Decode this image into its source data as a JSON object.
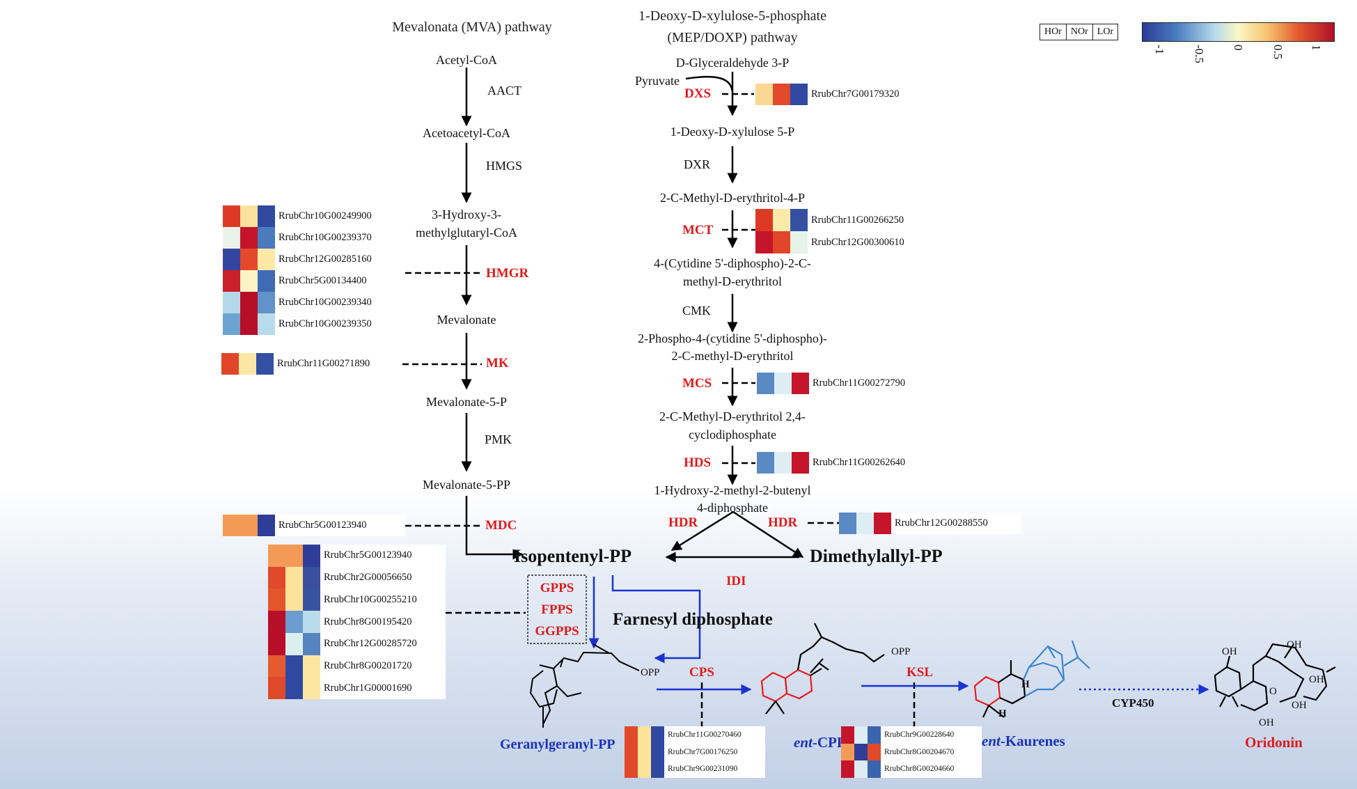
{
  "headers": {
    "mva": "Mevalonata  (MVA)  pathway",
    "mep_line1": "1-Deoxy-D-xylulose-5-phosphate",
    "mep_line2": "(MEP/DOXP)  pathway"
  },
  "legend": {
    "samples": [
      "HOr",
      "NOr",
      "LOr"
    ],
    "ticks": [
      "-1",
      "-0.5",
      "0",
      "0.5",
      "1"
    ],
    "scale_colors": [
      "#2b3c96",
      "#fbf6c6",
      "#b1102a"
    ]
  },
  "mva": {
    "metabolites": [
      "Acetyl-CoA",
      "Acetoacetyl-CoA",
      "3-Hydroxy-3-",
      "methylglutaryl-CoA",
      "Mevalonate",
      "Mevalonate-5-P",
      "Mevalonate-5-PP"
    ],
    "enzymes": [
      "AACT",
      "HMGS",
      "PMK"
    ],
    "red_enzymes": [
      "HMGR",
      "MK",
      "MDC"
    ]
  },
  "mep": {
    "metabolites": [
      "D-Glyceraldehyde  3-P",
      "Pyruvate",
      "1-Deoxy-D-xylulose  5-P",
      "2-C-Methyl-D-erythritol-4-P",
      "4-(Cytidine  5'-diphospho)-2-C-",
      "methyl-D-erythritol",
      "2-Phospho-4-(cytidine 5'-diphospho)-",
      "2-C-methyl-D-erythritol",
      "2-C-Methyl-D-erythritol  2,4-",
      "cyclodiphosphate",
      "1-Hydroxy-2-methyl-2-butenyl",
      "4-diphosphate"
    ],
    "enzymes": [
      "DXR",
      "CMK"
    ],
    "red_enzymes": [
      "DXS",
      "MCT",
      "MCS",
      "HDS",
      "HDR",
      "HDR"
    ]
  },
  "bottom": {
    "ipp": "Isopentenyl-PP",
    "dmapp": "Dimethylallyl-PP",
    "idi": "IDI",
    "fpp": "Farnesyl diphosphate",
    "prenyl_enzymes": [
      "GPPS",
      "FPPS",
      "GGPPS"
    ],
    "cps": "CPS",
    "ksl": "KSL",
    "cyp": "CYP450",
    "ggpp": "Geranylgeranyl-PP",
    "entcpp_prefix": "ent",
    "entcpp_suffix": "-CPP",
    "entk_prefix": "ent",
    "entk_suffix": "-Kaurenes",
    "oridonin": "Oridonin",
    "opp": "OPP",
    "oh": "OH",
    "h": "H",
    "o": "O"
  },
  "heatmaps": {
    "hmgr": {
      "genes": [
        "RrubChr10G00249900",
        "RrubChr10G00239370",
        "RrubChr12G00285160",
        "RrubChr5G00134400",
        "RrubChr10G00239340",
        "RrubChr10G00239350"
      ],
      "colors": [
        [
          "#dd3a26",
          "#fbe39d",
          "#2f4aa0"
        ],
        [
          "#e9f3ea",
          "#c4152b",
          "#4a7bbd"
        ],
        [
          "#34459f",
          "#e24a2b",
          "#fde9a4"
        ],
        [
          "#c9202b",
          "#fbf3c6",
          "#3f6bb4"
        ],
        [
          "#b3d8ea",
          "#b80f28",
          "#5f93c9"
        ],
        [
          "#6ca3d0",
          "#b80f28",
          "#b8dbeb"
        ]
      ]
    },
    "mk": {
      "genes": [
        "RrubChr11G00271890"
      ],
      "colors": [
        [
          "#e2462a",
          "#fbe7a3",
          "#3350a2"
        ]
      ]
    },
    "mdc": {
      "genes": [
        "RrubChr5G00123940"
      ],
      "colors": [
        [
          "#f39a57",
          "#f39a57",
          "#2f3d98"
        ]
      ]
    },
    "prenyl": {
      "genes": [
        "RrubChr5G00123940",
        "RrubChr2G00056650",
        "RrubChr10G00255210",
        "RrubChr8G00195420",
        "RrubChr12G00285720",
        "RrubChr8G00201720",
        "RrubChr1G00001690"
      ],
      "colors": [
        [
          "#f39a57",
          "#f39a57",
          "#2f3d98"
        ],
        [
          "#e04a2a",
          "#fde39a",
          "#3a4fa0"
        ],
        [
          "#e4552c",
          "#fde39a",
          "#3852a2"
        ],
        [
          "#b80f28",
          "#6a9ccf",
          "#b9dced"
        ],
        [
          "#b80f28",
          "#dcefef",
          "#5584c1"
        ],
        [
          "#e65a2f",
          "#2e4aa0",
          "#fde6a0"
        ],
        [
          "#e04a2a",
          "#2e4aa0",
          "#fde6a0"
        ]
      ]
    },
    "dxs": {
      "genes": [
        "RrubChr7G00179320"
      ],
      "colors": [
        [
          "#fbd794",
          "#e24a2b",
          "#2f4aa0"
        ]
      ]
    },
    "mct": {
      "genes": [
        "RrubChr11G00266250",
        "RrubChr12G00300610"
      ],
      "colors": [
        [
          "#dd3a26",
          "#fdeaa8",
          "#3450a2"
        ],
        [
          "#c4152b",
          "#e2462a",
          "#e6f3e6"
        ]
      ]
    },
    "mcs": {
      "genes": [
        "RrubChr11G00272790"
      ],
      "colors": [
        [
          "#5a8ac4",
          "#dcedf4",
          "#c4152b"
        ]
      ]
    },
    "hds": {
      "genes": [
        "RrubChr11G00262640"
      ],
      "colors": [
        [
          "#5a8ac4",
          "#dcedf4",
          "#c4152b"
        ]
      ]
    },
    "hdr": {
      "genes": [
        "RrubChr12G00288550"
      ],
      "colors": [
        [
          "#5a8ac4",
          "#dcedf4",
          "#c4152b"
        ]
      ]
    },
    "cps": {
      "genes": [
        "RrubChr11G00270460",
        "RrubChr7G00176250",
        "RrubChr9G00231090"
      ],
      "colors": [
        [
          "#e04a2a",
          "#fde39a",
          "#2e4aa0"
        ],
        [
          "#e04a2a",
          "#fde39a",
          "#2e4aa0"
        ],
        [
          "#e04a2a",
          "#fde39a",
          "#2e4aa0"
        ]
      ]
    },
    "ksl": {
      "genes": [
        "RrubChr9G00228640",
        "RrubChr8G00204670",
        "RrubChr8G00204660"
      ],
      "colors": [
        [
          "#c4152b",
          "#dcedf4",
          "#3a64ae"
        ],
        [
          "#f39a57",
          "#2f3d98",
          "#e04a2a"
        ],
        [
          "#c4152b",
          "#dcedf4",
          "#3a64ae"
        ]
      ]
    }
  }
}
